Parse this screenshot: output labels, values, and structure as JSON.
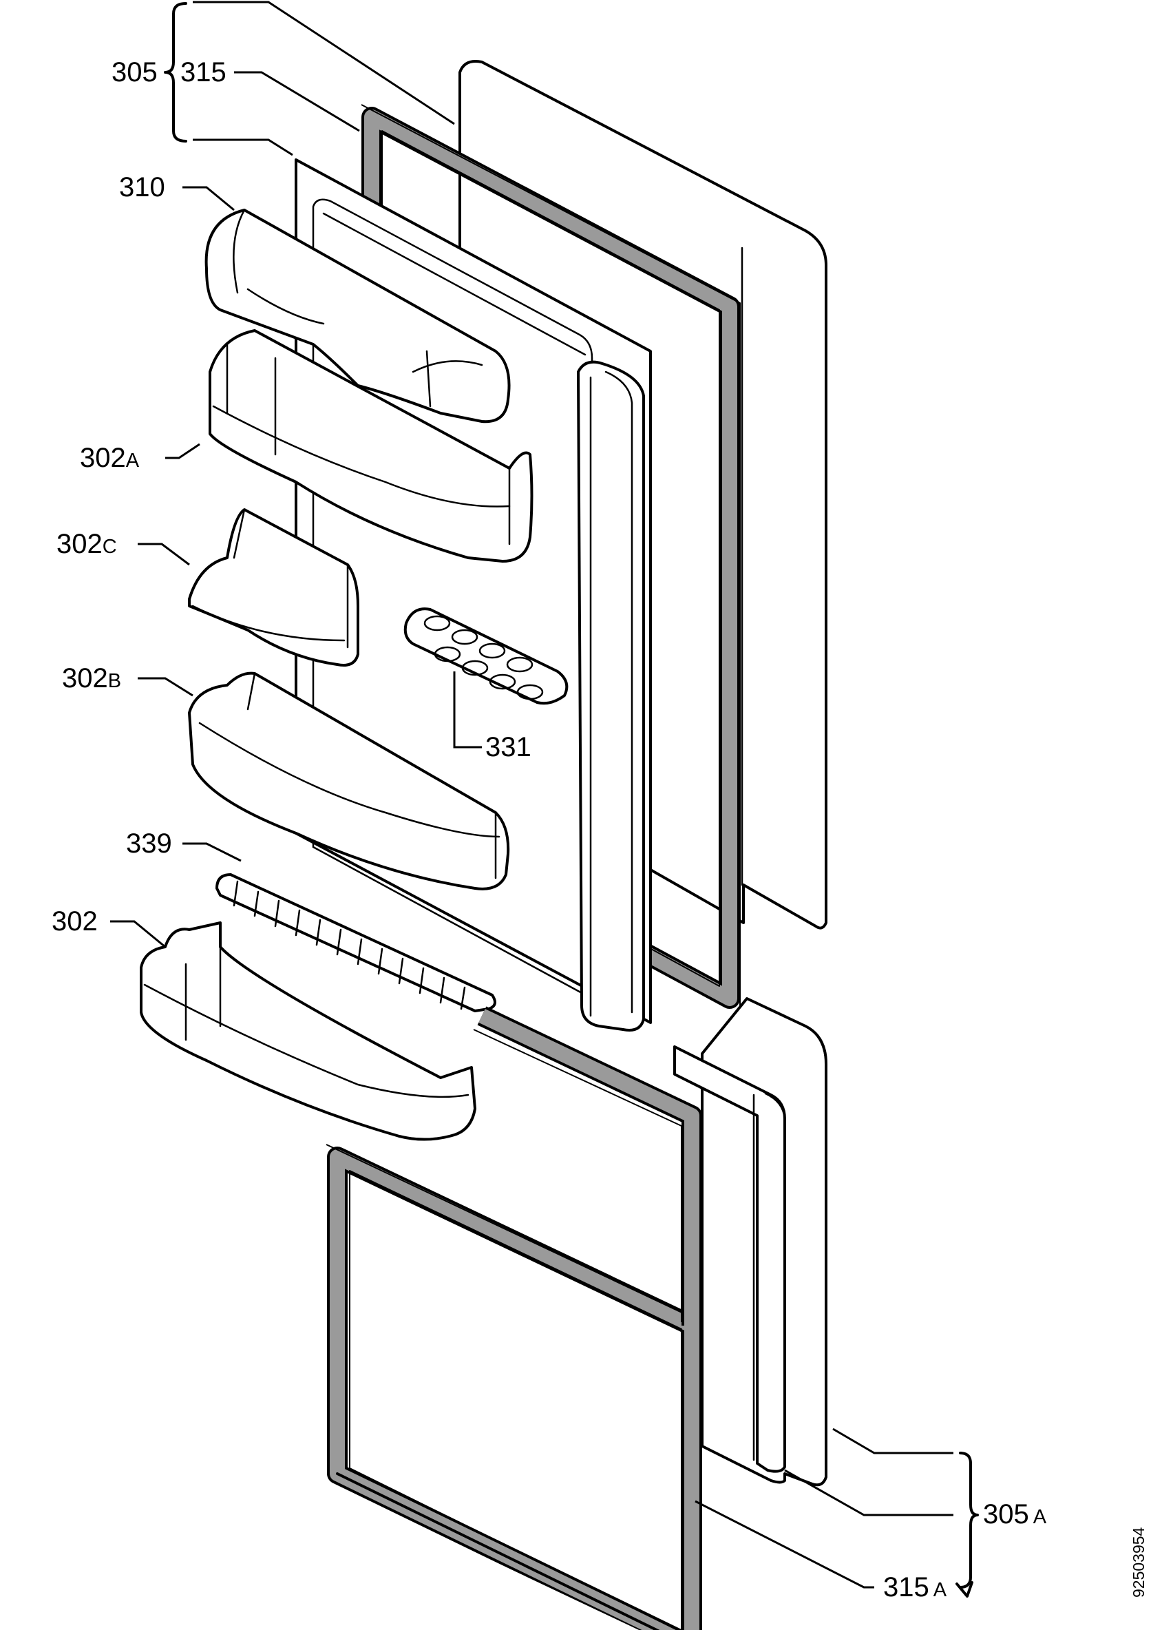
{
  "labels": {
    "p305": "305",
    "p315": "315",
    "p310": "310",
    "p302a_num": "302",
    "p302a_suf": "A",
    "p302c_num": "302",
    "p302c_suf": "C",
    "p302b_num": "302",
    "p302b_suf": "B",
    "p331": "331",
    "p339": "339",
    "p302": "302",
    "p305a_num": "305",
    "p305a_suf": "A",
    "p315a_num": "315",
    "p315a_suf": "A"
  },
  "doc_number": "92503954"
}
